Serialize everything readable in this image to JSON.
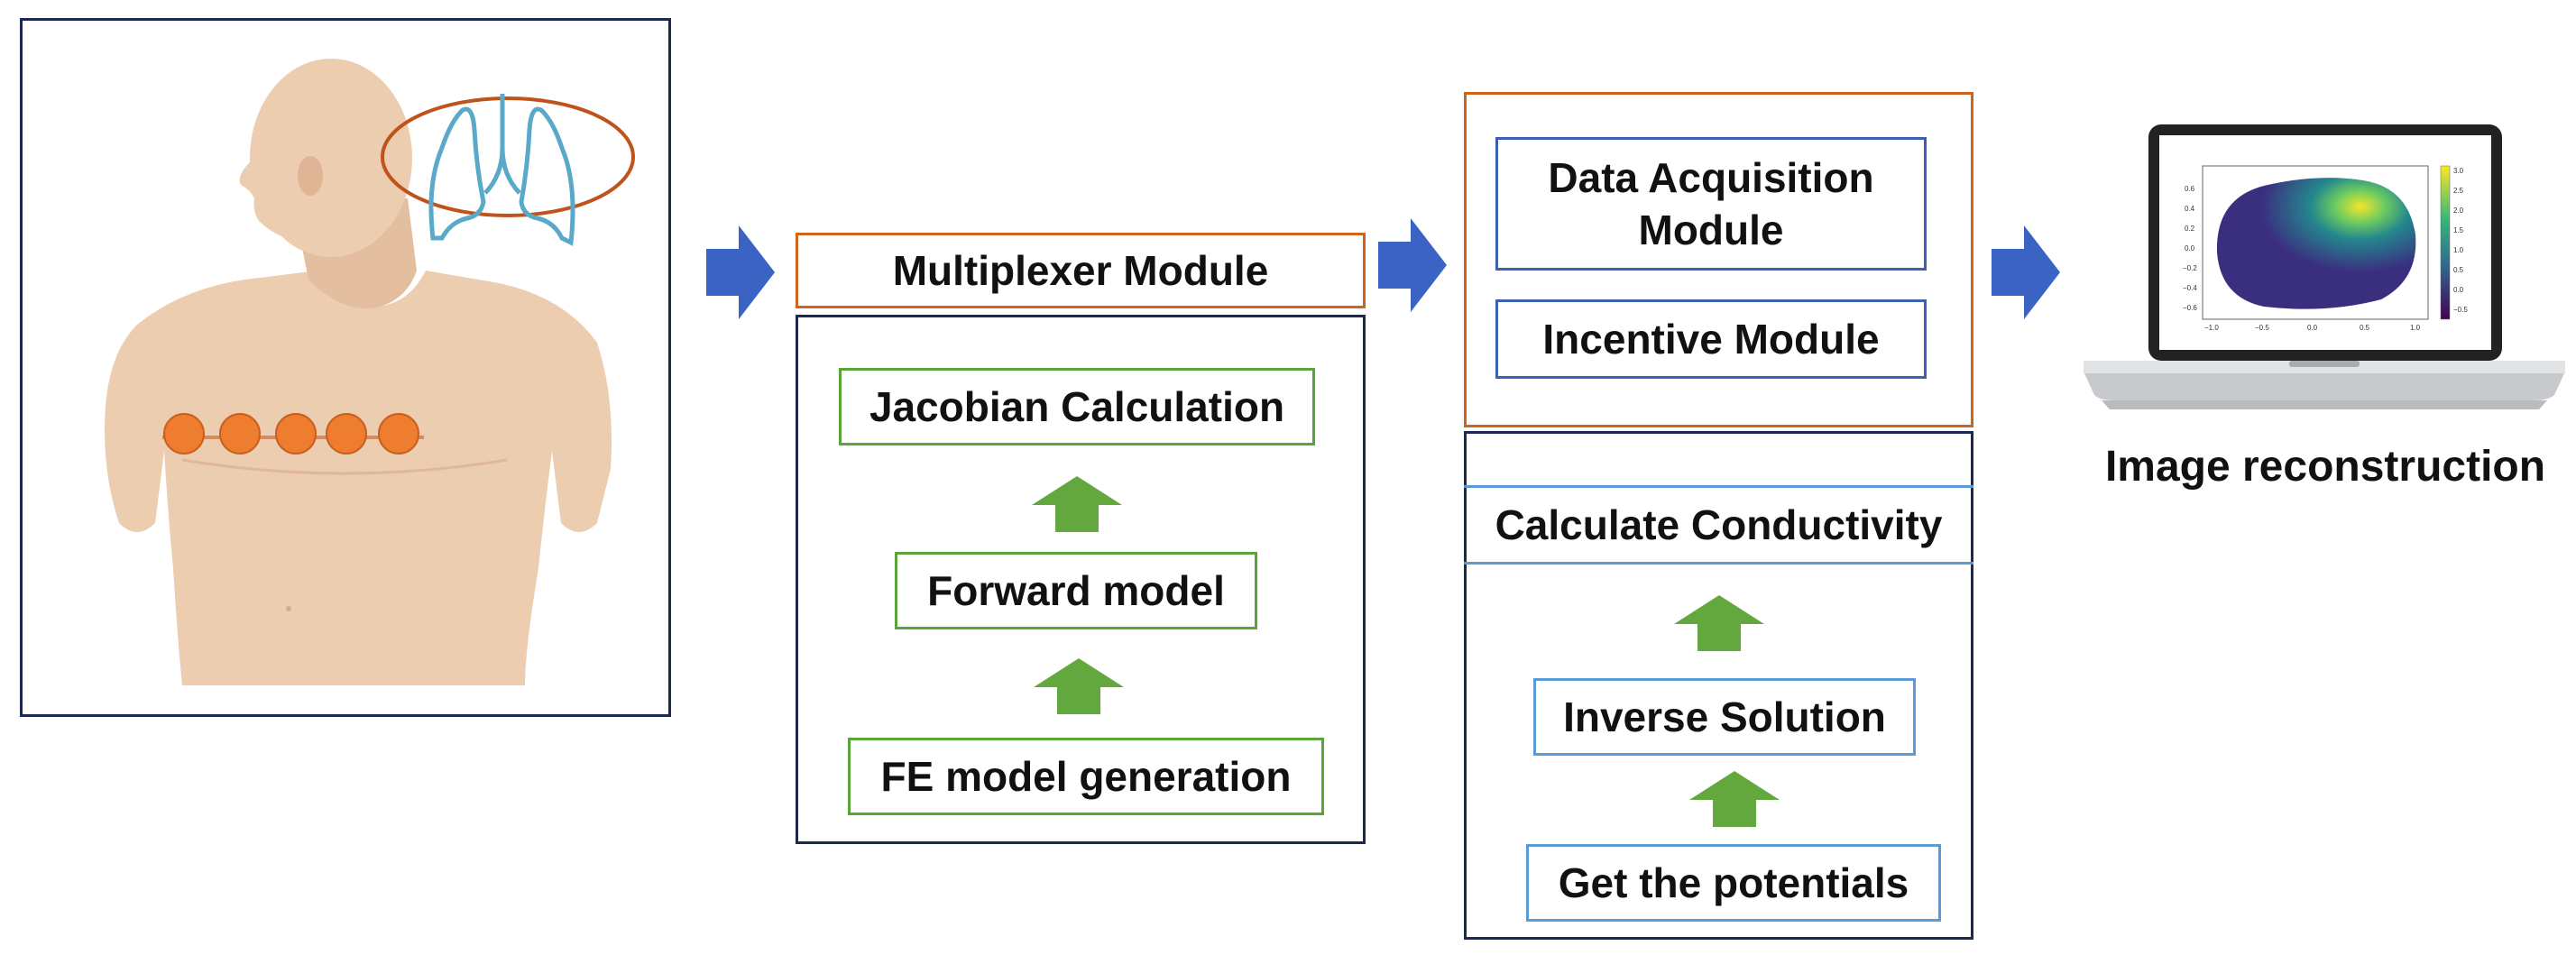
{
  "modules": {
    "multiplexer": "Multiplexer Module",
    "jacobian": "Jacobian Calculation",
    "forward": "Forward model",
    "fe_model": "FE model generation",
    "data_acq_line1": "Data Acquisition",
    "data_acq_line2": "Module",
    "incentive": "Incentive Module",
    "calc_conductivity": "Calculate Conductivity",
    "inverse": "Inverse Solution",
    "potentials": "Get the potentials"
  },
  "output": {
    "label": "Image reconstruction",
    "plot": {
      "y_ticks": [
        "0.6",
        "0.4",
        "0.2",
        "0.0",
        "−0.2",
        "−0.4",
        "−0.6"
      ],
      "x_ticks": [
        "−1.0",
        "−0.5",
        "0.0",
        "0.5",
        "1.0"
      ],
      "colorbar_ticks": [
        "3.0",
        "2.5",
        "2.0",
        "1.5",
        "1.0",
        "0.5",
        "0.0",
        "−0.5"
      ]
    }
  },
  "colors": {
    "navy": "#1c2a52",
    "orange": "#d0641c",
    "blue_arrow": "#3b63c4",
    "green_arrow": "#62a83e",
    "electrode": "#ee7d30",
    "lung_outline": "#5aa9c9",
    "skin": "#eccdb0"
  }
}
